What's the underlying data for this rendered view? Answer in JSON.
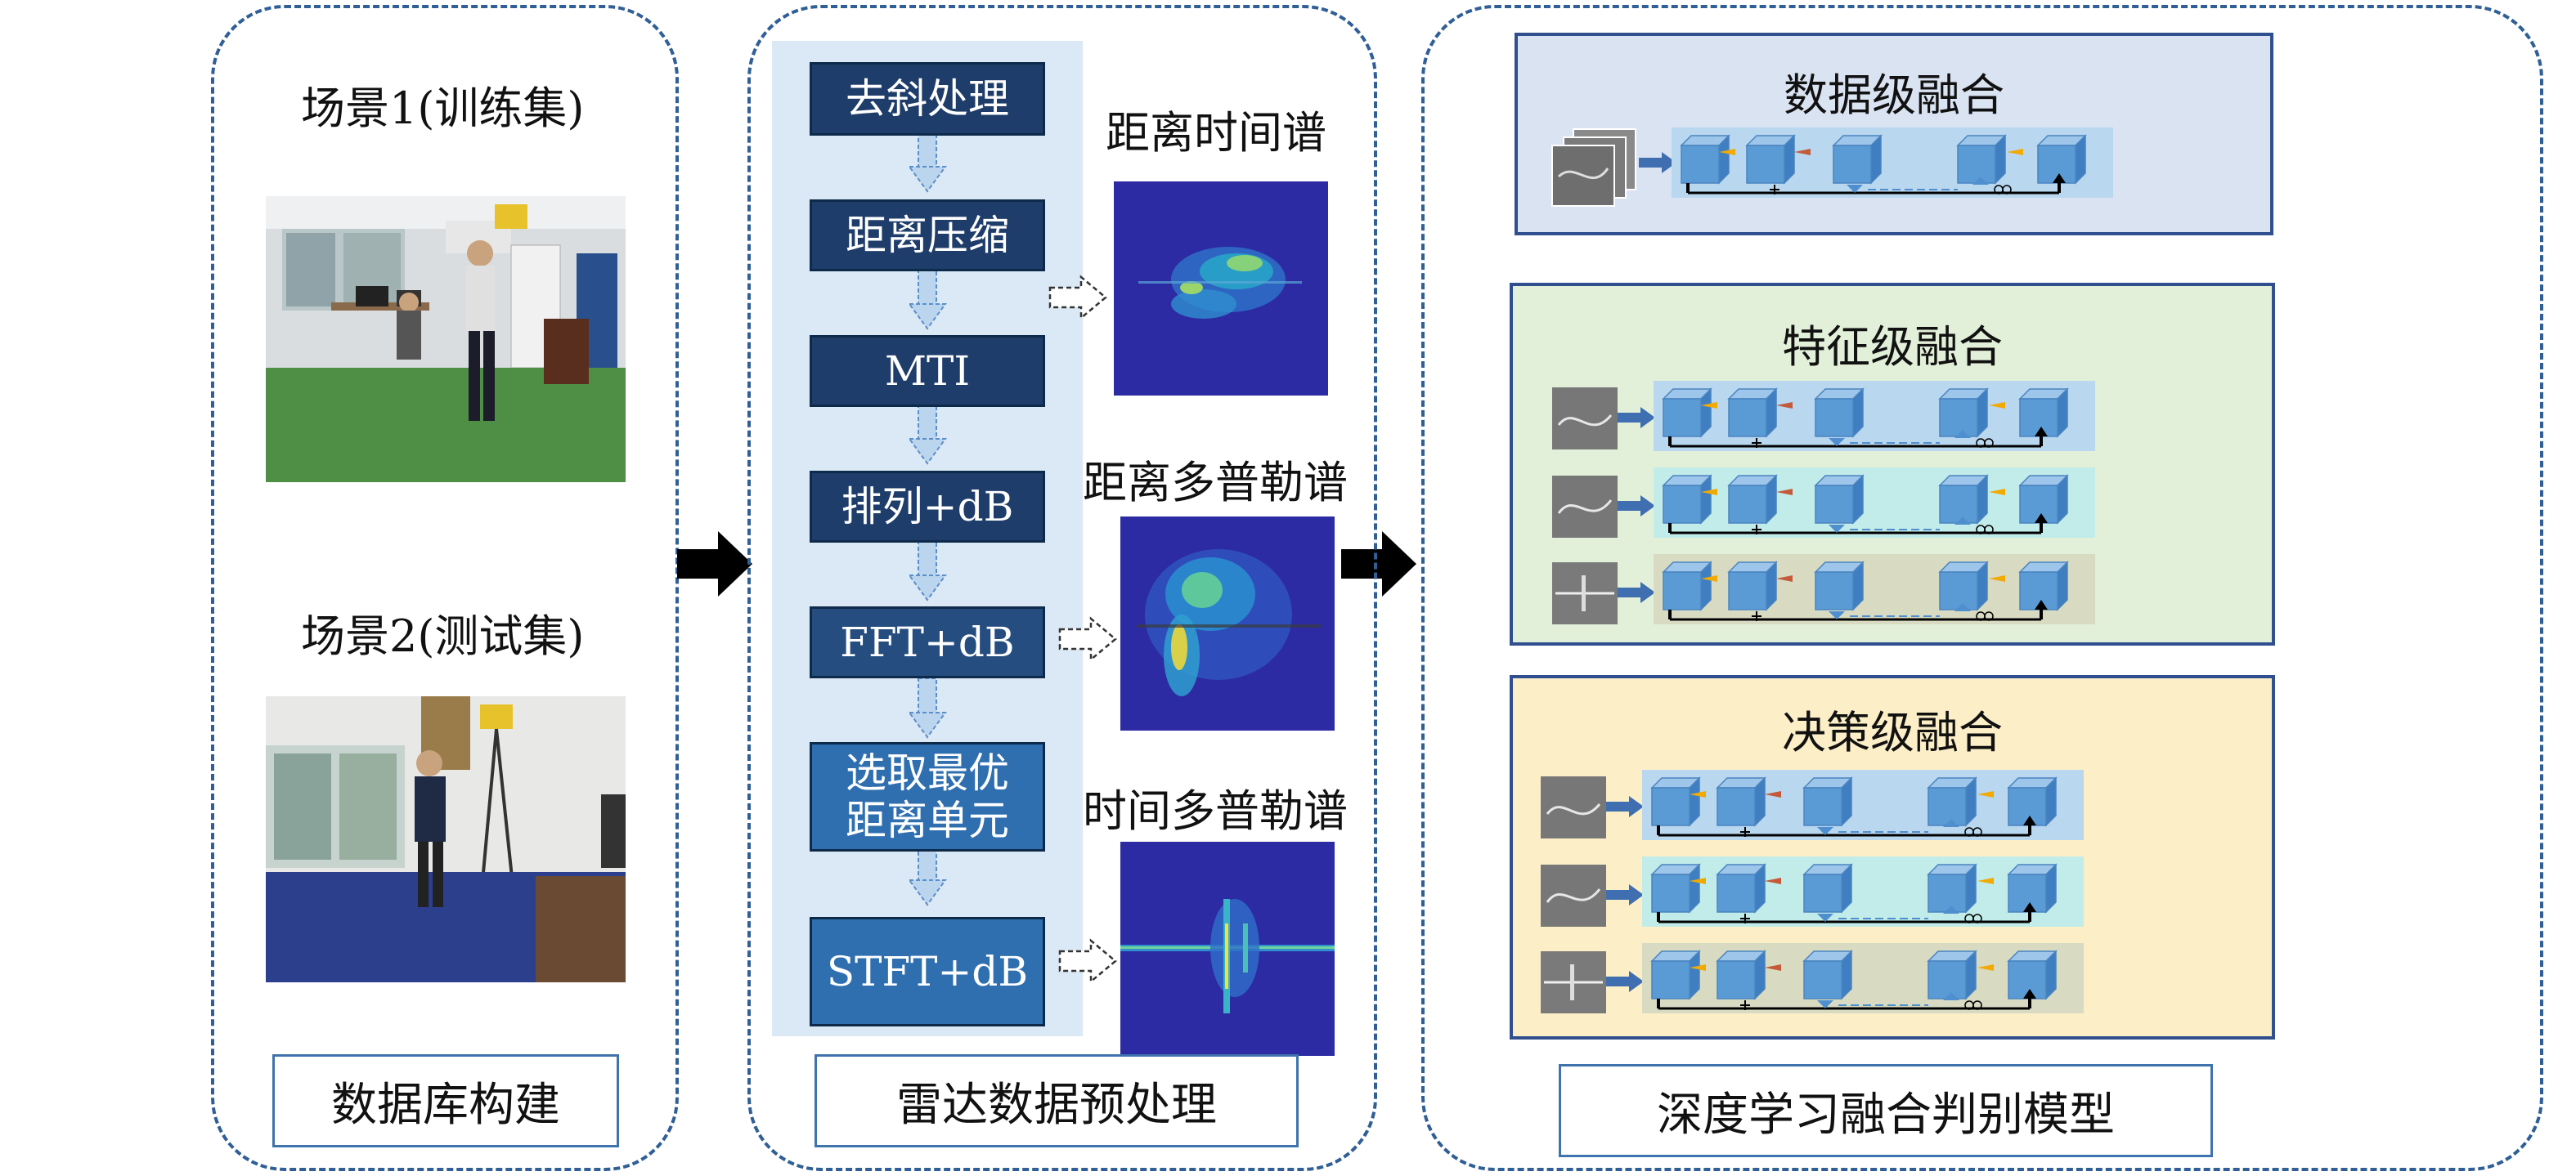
{
  "panels": {
    "database": {
      "scenes": [
        {
          "label": "场景1(训练集)"
        },
        {
          "label": "场景2(测试集)"
        }
      ],
      "caption": "数据库构建"
    },
    "preprocessing": {
      "steps": [
        "去斜处理",
        "距离压缩",
        "MTI",
        "排列+dB",
        "FFT+dB",
        "选取最优\n距离单元",
        "STFT+dB"
      ],
      "spectra": [
        "距离时间谱",
        "距离多普勒谱",
        "时间多普勒谱"
      ],
      "caption": "雷达数据预处理"
    },
    "fusion": {
      "levels": [
        {
          "title": "数据级融合"
        },
        {
          "title": "特征级融合"
        },
        {
          "title": "决策级融合"
        }
      ],
      "caption": "深度学习融合判别模型"
    }
  },
  "colors": {
    "panel_border": "#2f5f96",
    "step_dark": "#1f3d6a",
    "step_medium": "#2f6fb0",
    "column_bg": "#dbe8f5",
    "data_level_bg": "#dae3f2",
    "feature_level_bg": "#e2efd9",
    "decision_level_bg": "#fcefc8",
    "cube": "#5b9bd5"
  },
  "icons": [
    "flow-down-arrow-icon",
    "dashed-right-arrow-icon",
    "block-right-arrow-icon",
    "cube-icon",
    "skip-connection-arrow-icon",
    "plus-icon",
    "multiply-icon"
  ]
}
